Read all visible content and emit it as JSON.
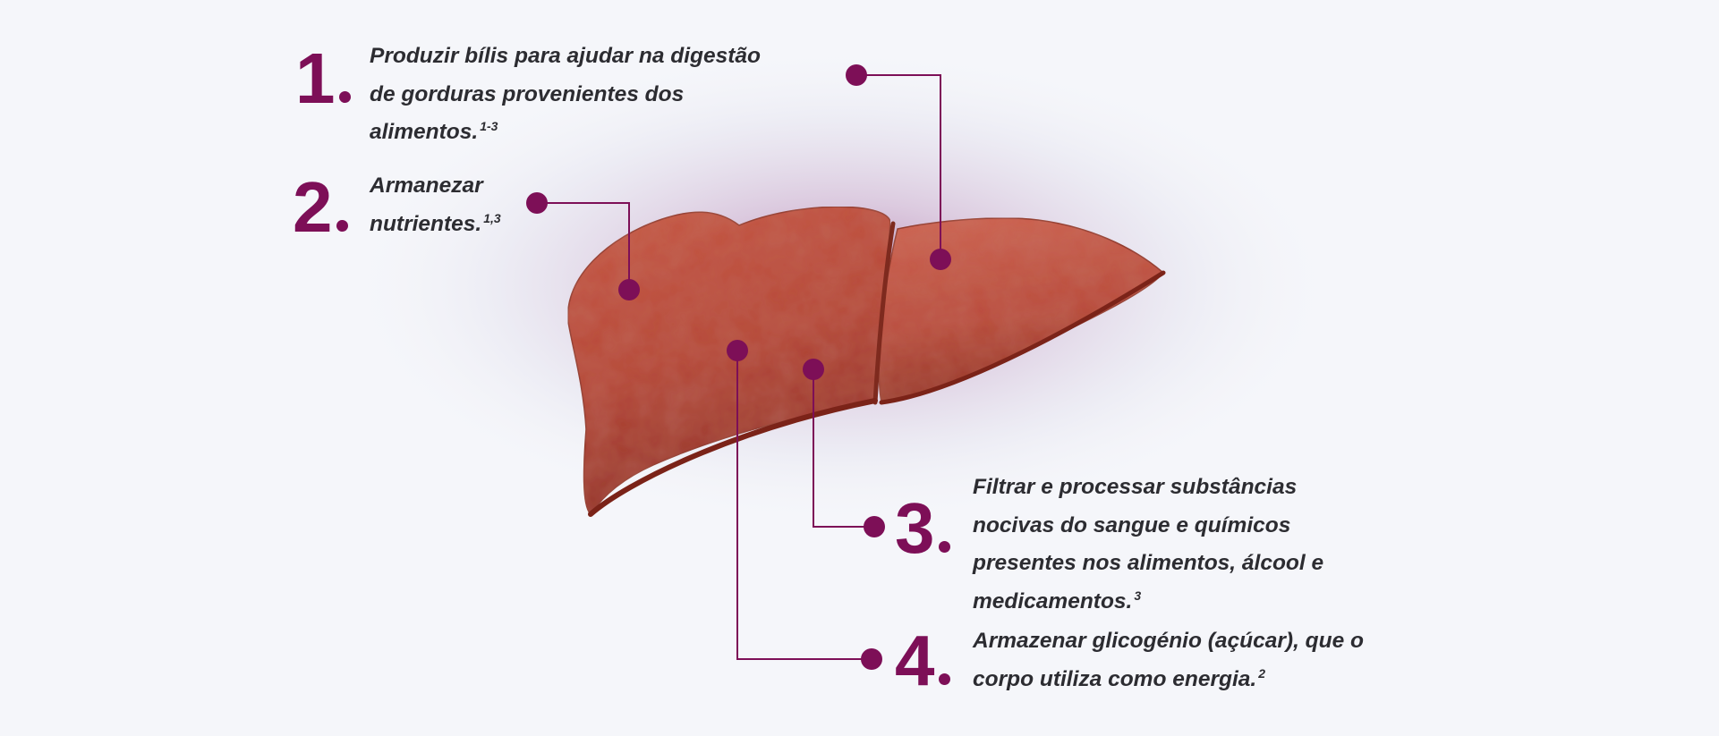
{
  "items": [
    {
      "number": "1",
      "lines": [
        "Produzir bílis para ajudar na digestão",
        "de gorduras provenientes dos",
        "alimentos."
      ],
      "ref": "1-3"
    },
    {
      "number": "2",
      "lines": [
        "Armanezar",
        "nutrientes."
      ],
      "ref": "1,3"
    },
    {
      "number": "3",
      "lines": [
        "Filtrar e processar substâncias",
        "nocivas do sangue e químicos",
        "presentes nos alimentos, álcool e",
        "medicamentos."
      ],
      "ref": "3"
    },
    {
      "number": "4",
      "lines": [
        "Armazenar glicogénio (açúcar), que o",
        "corpo utiliza como energia."
      ],
      "ref": "2"
    }
  ],
  "colors": {
    "accent": "#7d0f57",
    "text": "#2c2c31",
    "liver": "#b94737",
    "background": "#f5f6fa"
  },
  "illustration": "liver"
}
